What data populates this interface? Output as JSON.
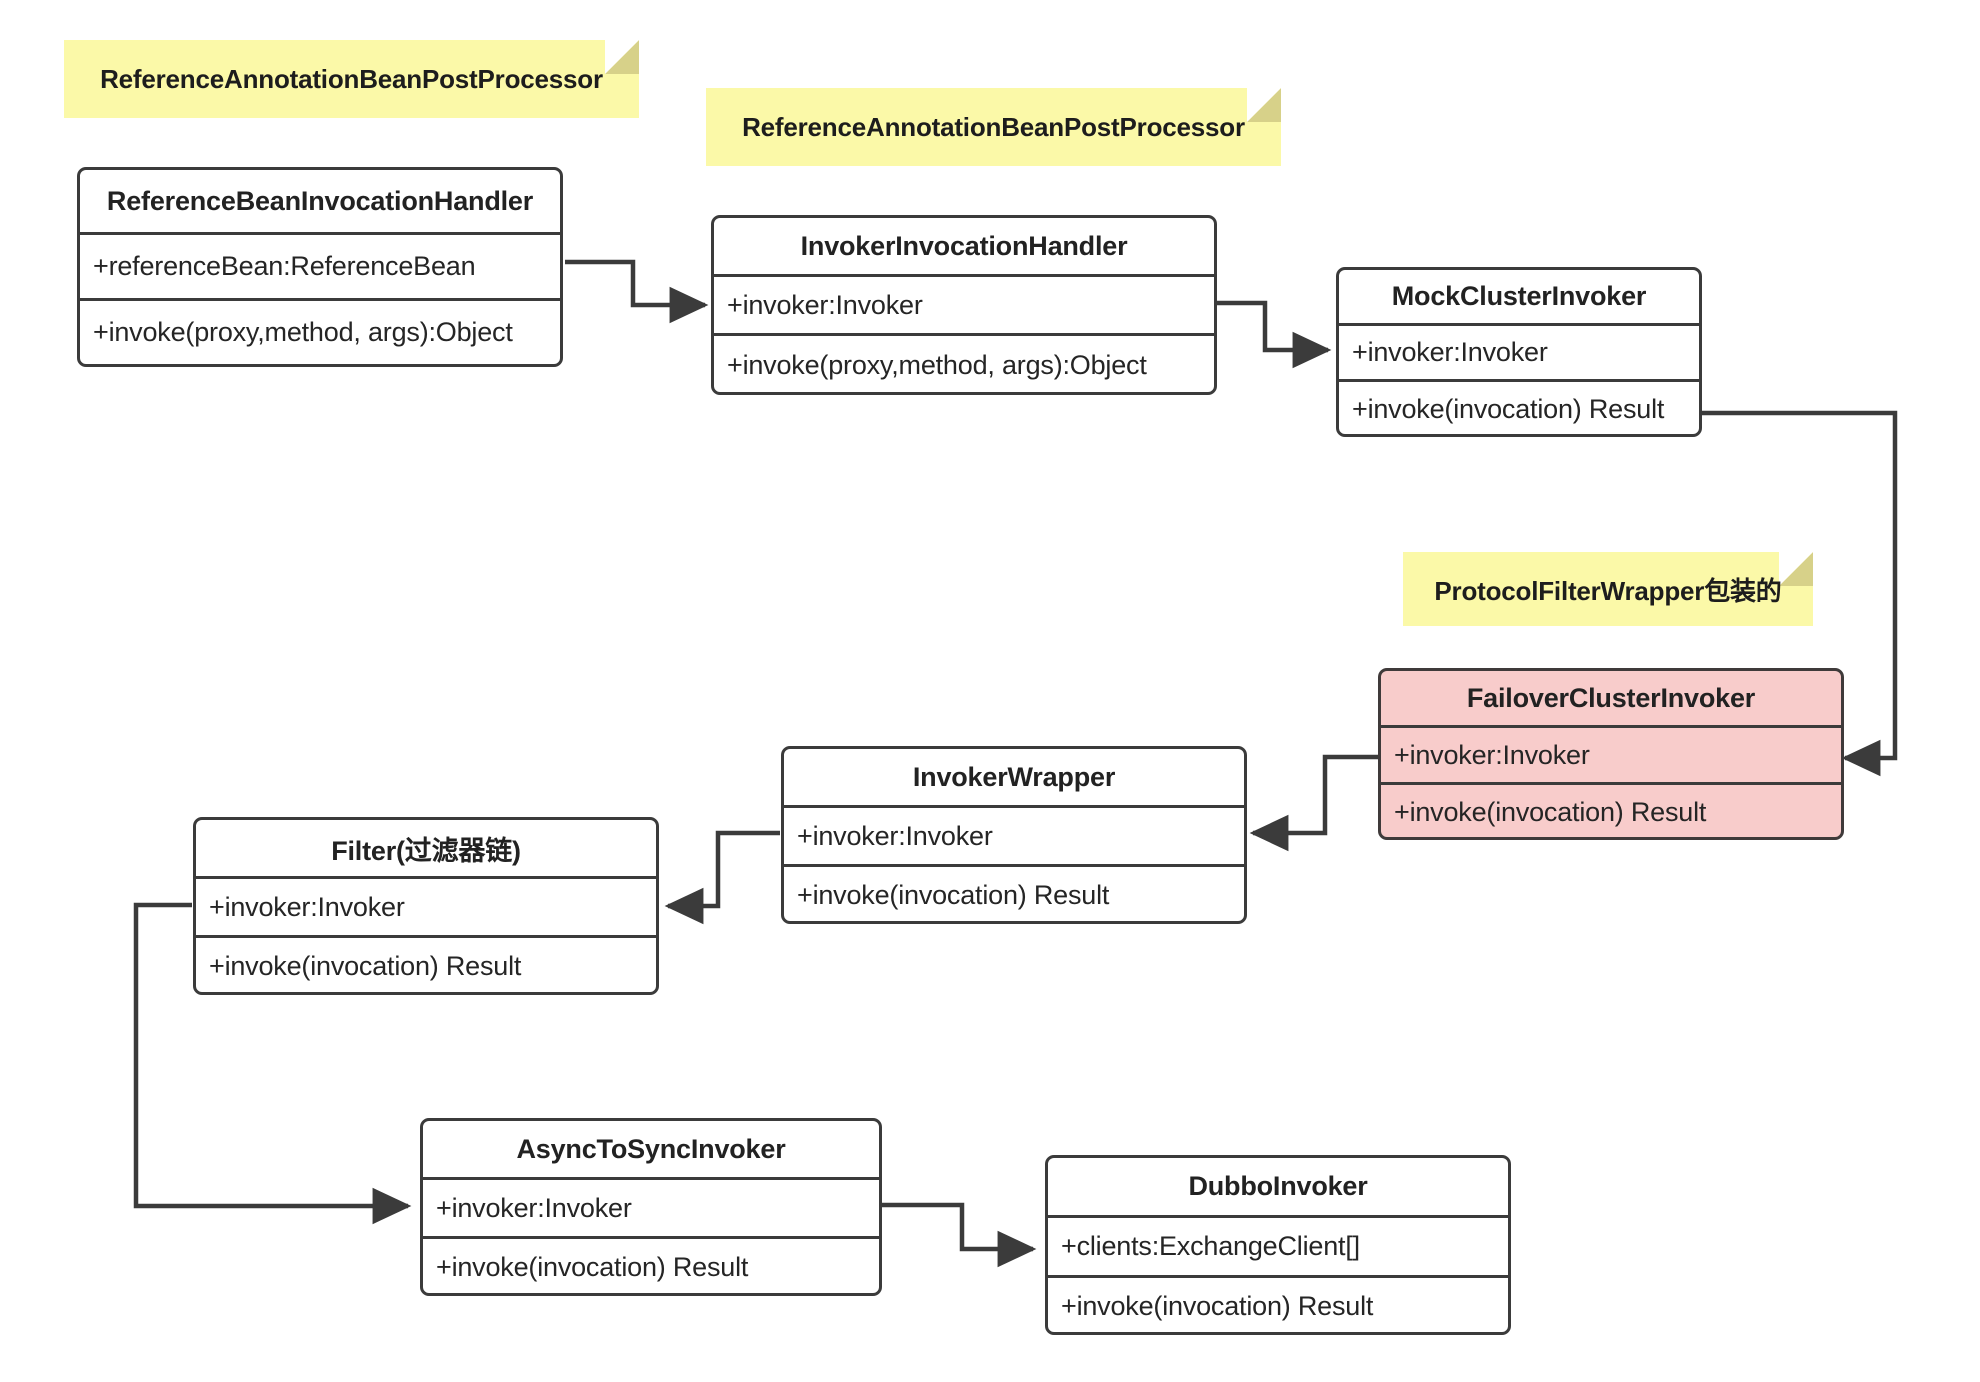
{
  "diagram": {
    "title": "Dubbo Invoker Call Chain Class Diagram",
    "background_color": "#ffffff",
    "stroke_color": "#3b3b3b",
    "note_color": "#fbf9a8",
    "note_fold_color": "#d7d189",
    "highlight_color": "#f8cccb"
  },
  "notes": [
    {
      "id": "note-ref-ann-1",
      "text": "ReferenceAnnotationBeanPostProcessor"
    },
    {
      "id": "note-ref-ann-2",
      "text": "ReferenceAnnotationBeanPostProcessor"
    },
    {
      "id": "note-protocol-filter",
      "text": "ProtocolFilterWrapper包装的"
    }
  ],
  "classes": [
    {
      "id": "reference-bean-invocation-handler",
      "title": "ReferenceBeanInvocationHandler",
      "fields": [
        "+referenceBean:ReferenceBean"
      ],
      "methods": [
        "+invoke(proxy,method, args):Object"
      ],
      "highlighted": false
    },
    {
      "id": "invoker-invocation-handler",
      "title": "InvokerInvocationHandler",
      "fields": [
        "+invoker:Invoker"
      ],
      "methods": [
        "+invoke(proxy,method, args):Object"
      ],
      "highlighted": false
    },
    {
      "id": "mock-cluster-invoker",
      "title": "MockClusterInvoker",
      "fields": [
        "+invoker:Invoker"
      ],
      "methods": [
        "+invoke(invocation) Result"
      ],
      "highlighted": false
    },
    {
      "id": "failover-cluster-invoker",
      "title": "FailoverClusterInvoker",
      "fields": [
        "+invoker:Invoker"
      ],
      "methods": [
        "+invoke(invocation) Result"
      ],
      "highlighted": true
    },
    {
      "id": "invoker-wrapper",
      "title": "InvokerWrapper",
      "fields": [
        "+invoker:Invoker"
      ],
      "methods": [
        "+invoke(invocation) Result"
      ],
      "highlighted": false
    },
    {
      "id": "filter-chain",
      "title": "Filter(过滤器链)",
      "fields": [
        "+invoker:Invoker"
      ],
      "methods": [
        "+invoke(invocation) Result"
      ],
      "highlighted": false
    },
    {
      "id": "async-to-sync-invoker",
      "title": "AsyncToSyncInvoker",
      "fields": [
        "+invoker:Invoker"
      ],
      "methods": [
        "+invoke(invocation) Result"
      ],
      "highlighted": false
    },
    {
      "id": "dubbo-invoker",
      "title": "DubboInvoker",
      "fields": [
        "+clients:ExchangeClient[]"
      ],
      "methods": [
        "+invoke(invocation) Result"
      ],
      "highlighted": false
    }
  ],
  "edges": [
    {
      "id": "edge-refbean-to-invokerhandler",
      "from": "reference-bean-invocation-handler",
      "to": "invoker-invocation-handler"
    },
    {
      "id": "edge-invokerhandler-to-mock",
      "from": "invoker-invocation-handler",
      "to": "mock-cluster-invoker"
    },
    {
      "id": "edge-mock-to-failover",
      "from": "mock-cluster-invoker",
      "to": "failover-cluster-invoker"
    },
    {
      "id": "edge-failover-to-wrapper",
      "from": "failover-cluster-invoker",
      "to": "invoker-wrapper"
    },
    {
      "id": "edge-wrapper-to-filter",
      "from": "invoker-wrapper",
      "to": "filter-chain"
    },
    {
      "id": "edge-filter-to-asynctosync",
      "from": "filter-chain",
      "to": "async-to-sync-invoker"
    },
    {
      "id": "edge-asynctosync-to-dubbo",
      "from": "async-to-sync-invoker",
      "to": "dubbo-invoker"
    }
  ]
}
